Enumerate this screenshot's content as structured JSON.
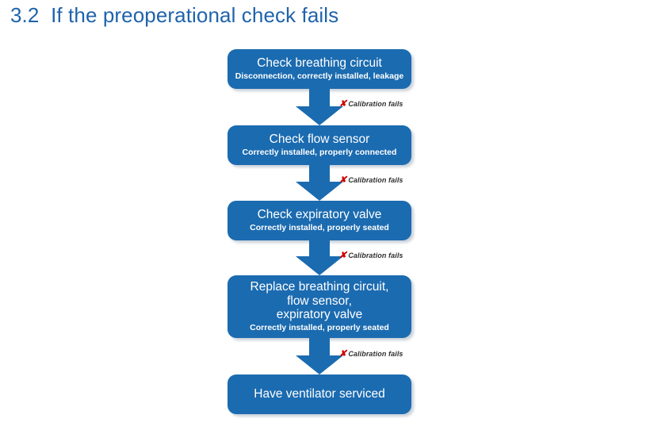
{
  "slide": {
    "number": "3.2",
    "title": "3.2  If the preoperational check fails",
    "title_color": "#1F63AC"
  },
  "theme": {
    "node_fill": "#1B6BB0",
    "node_text": "#FFFFFF",
    "arrow_fill": "#1B6BB0",
    "label_text": "#2F2F2F",
    "x_mark_color": "#CC0000",
    "background": "#FFFFFF"
  },
  "flow": {
    "nodes": [
      {
        "id": "check-breathing-circuit",
        "title": "Check breathing circuit",
        "subtitle": "Disconnection, correctly installed, leakage"
      },
      {
        "id": "check-flow-sensor",
        "title": "Check flow sensor",
        "subtitle": "Correctly installed, properly connected"
      },
      {
        "id": "check-expiratory-valve",
        "title": "Check expiratory valve",
        "subtitle": "Correctly installed, properly seated"
      },
      {
        "id": "replace-components",
        "title": "Replace breathing circuit,\nflow sensor,\nexpiratory valve",
        "subtitle": "Correctly installed, properly seated"
      },
      {
        "id": "have-ventilator-serviced",
        "title": "Have ventilator serviced",
        "subtitle": ""
      }
    ],
    "connectors": [
      {
        "id": "conn-1",
        "mark": "✘",
        "label": "Calibration fails"
      },
      {
        "id": "conn-2",
        "mark": "✘",
        "label": "Calibration fails"
      },
      {
        "id": "conn-3",
        "mark": "✘",
        "label": "Calibration fails"
      },
      {
        "id": "conn-4",
        "mark": "✘",
        "label": "Calibration fails"
      }
    ]
  }
}
